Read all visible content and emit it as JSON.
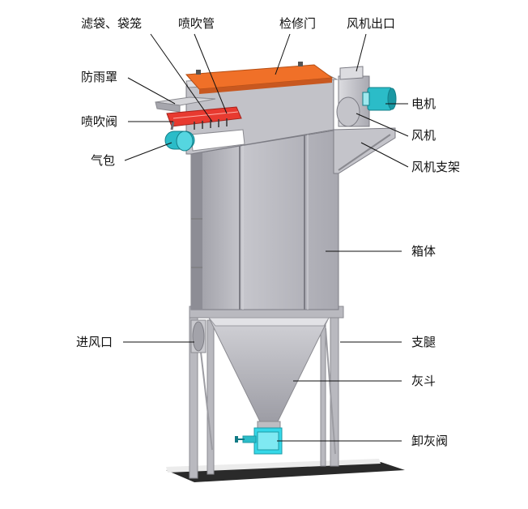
{
  "labels": {
    "filter_bag_cage": "滤袋、袋笼",
    "blow_pipe": "喷吹管",
    "access_door": "检修门",
    "fan_outlet": "风机出口",
    "rain_cover": "防雨罩",
    "motor": "电机",
    "pulse_valve": "喷吹阀",
    "fan": "风机",
    "air_bag": "气包",
    "fan_bracket": "风机支架",
    "housing": "箱体",
    "air_inlet": "进风口",
    "support_leg": "支腿",
    "ash_hopper": "灰斗",
    "discharge_valve": "卸灰阀"
  },
  "colors": {
    "housing": "#b3b3b9",
    "housing_dark": "#8f8f96",
    "access_door": "#f07028",
    "blow_pipe": "#e83a30",
    "motor": "#2bbcc8",
    "air_bag": "#2bbcc8",
    "discharge_valve": "#35d8e8"
  }
}
